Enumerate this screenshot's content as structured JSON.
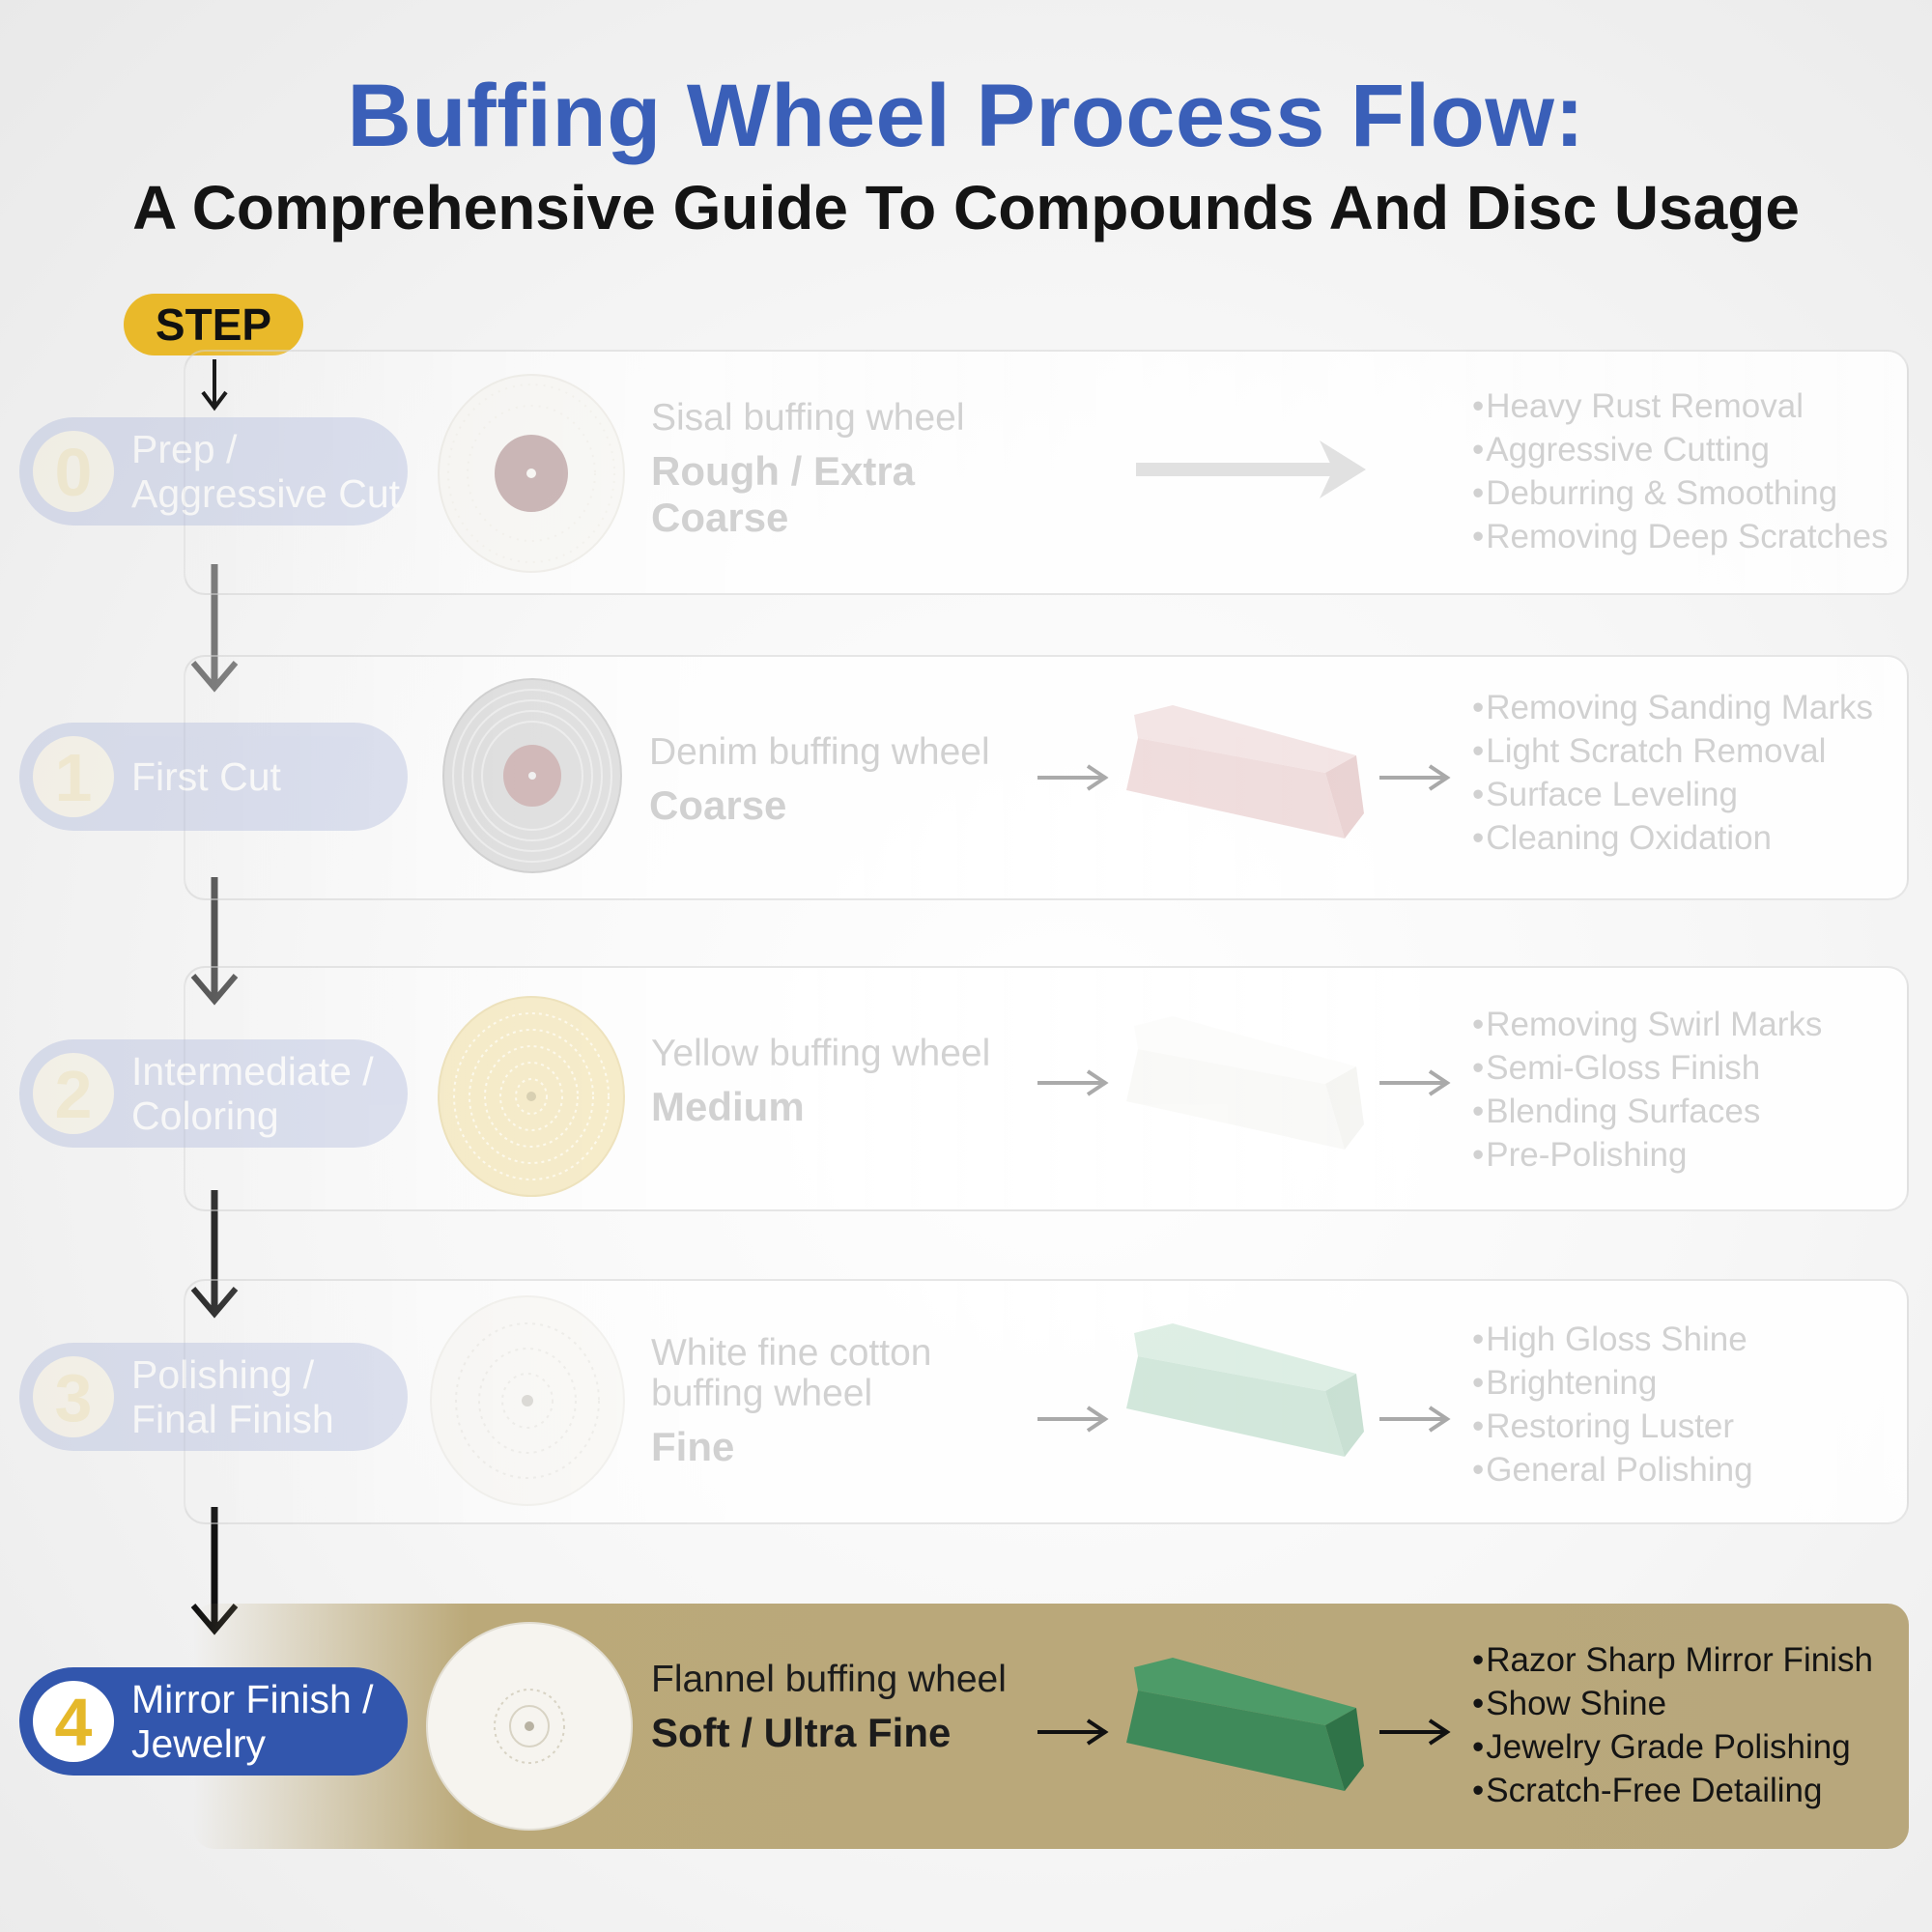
{
  "header": {
    "title": "Buffing Wheel Process Flow:",
    "subtitle": "A Comprehensive Guide To Compounds And Disc Usage"
  },
  "step_badge": "STEP",
  "steps": [
    {
      "number": "0",
      "label": "Prep / Aggressive Cut",
      "wheel_name": "Sisal buffing wheel",
      "grade": "Rough / Extra Coarse",
      "wheel_color": "#f3f1ea",
      "compound_color": null,
      "uses": [
        "Heavy Rust Removal",
        "Aggressive Cutting",
        "Deburring & Smoothing",
        "Removing Deep Scratches"
      ]
    },
    {
      "number": "1",
      "label": "First Cut",
      "wheel_name": "Denim buffing wheel",
      "grade": "Coarse",
      "wheel_color": "#b3b3b3",
      "compound_color": "#d9a8a8",
      "uses": [
        "Removing Sanding Marks",
        "Light Scratch Removal",
        "Surface Leveling",
        "Cleaning Oxidation"
      ]
    },
    {
      "number": "2",
      "label": "Intermediate / Coloring",
      "wheel_name": "Yellow buffing wheel",
      "grade": "Medium",
      "wheel_color": "#ecd27a",
      "compound_color": "#f2f2ee",
      "uses": [
        "Removing Swirl Marks",
        "Semi-Gloss Finish",
        "Blending Surfaces",
        "Pre-Polishing"
      ]
    },
    {
      "number": "3",
      "label": "Polishing / Final Finish",
      "wheel_name": "White fine cotton buffing wheel",
      "grade": "Fine",
      "wheel_color": "#f2efe6",
      "compound_color": "#8cc4a4",
      "uses": [
        "High Gloss Shine",
        "Brightening",
        "Restoring Luster",
        "General Polishing"
      ]
    },
    {
      "number": "4",
      "label": "Mirror Finish / Jewelry",
      "wheel_name": "Flannel buffing wheel",
      "grade": "Soft / Ultra Fine",
      "wheel_color": "#f6f4ef",
      "compound_color": "#3f8a5a",
      "uses": [
        "Razor Sharp Mirror Finish",
        "Show Shine",
        "Jewelry Grade Polishing",
        "Scratch-Free Detailing"
      ]
    }
  ]
}
